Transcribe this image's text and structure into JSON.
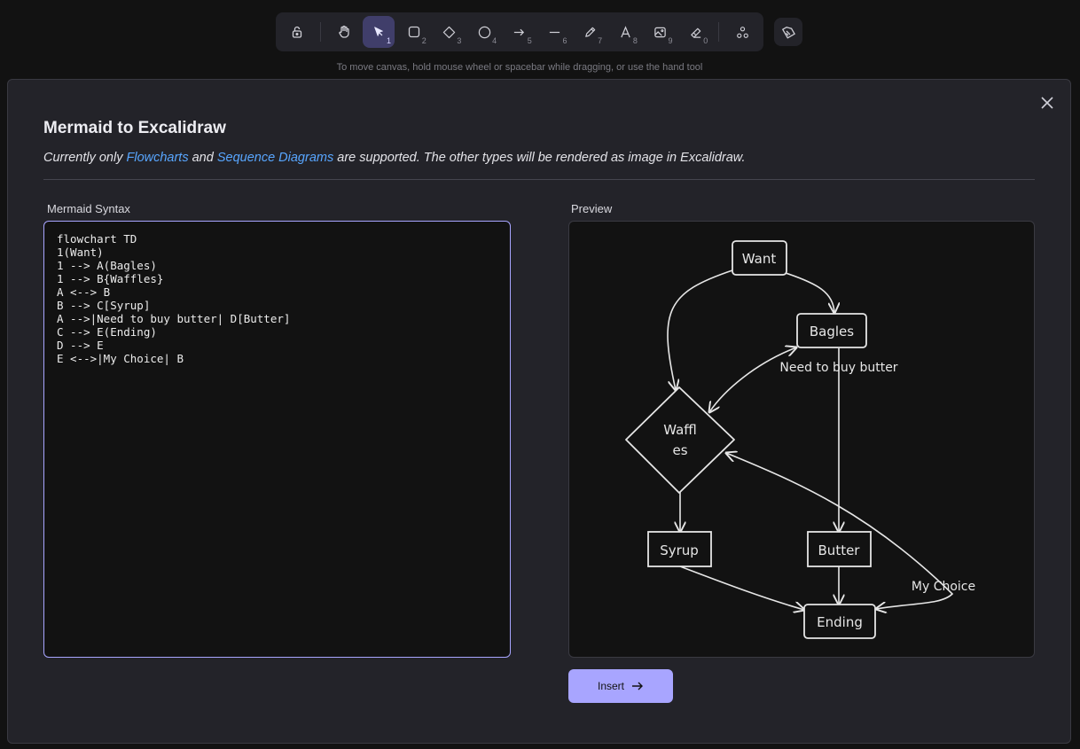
{
  "toolbar": {
    "tools": [
      {
        "name": "lock",
        "key": ""
      },
      {
        "name": "hand",
        "key": ""
      },
      {
        "name": "selection",
        "key": "1"
      },
      {
        "name": "rectangle",
        "key": "2"
      },
      {
        "name": "diamond",
        "key": "3"
      },
      {
        "name": "ellipse",
        "key": "4"
      },
      {
        "name": "arrow",
        "key": "5"
      },
      {
        "name": "line",
        "key": "6"
      },
      {
        "name": "draw",
        "key": "7"
      },
      {
        "name": "text",
        "key": "8"
      },
      {
        "name": "image",
        "key": "9"
      },
      {
        "name": "eraser",
        "key": "0"
      }
    ],
    "hint": "To move canvas, hold mouse wheel or spacebar while dragging, or use the hand tool"
  },
  "dialog": {
    "title": "Mermaid to Excalidraw",
    "desc_prefix": "Currently only ",
    "link_flowcharts": "Flowcharts",
    "desc_and": " and ",
    "link_sequence": "Sequence Diagrams",
    "desc_suffix": " are supported. The other types will be rendered as image in Excalidraw.",
    "syntax_label": "Mermaid Syntax",
    "preview_label": "Preview",
    "code": "flowchart TD\n1(Want)\n1 --> A(Bagles)\n1 --> B{Waffles}\nA <--> B\nB --> C[Syrup]\nA -->|Need to buy butter| D[Butter]\nC --> E(Ending)\nD --> E\nE <-->|My Choice| B",
    "insert_label": "Insert"
  },
  "diagram": {
    "nodes": {
      "want": "Want",
      "bagles": "Bagles",
      "waffles_line1": "Waffl",
      "waffles_line2": "es",
      "syrup": "Syrup",
      "butter": "Butter",
      "ending": "Ending"
    },
    "edge_labels": {
      "need_butter": "Need to buy butter",
      "my_choice": "My Choice"
    }
  },
  "colors": {
    "accent": "#a8a5ff",
    "link": "#58a6ff",
    "active_tool": "#403e6a"
  }
}
